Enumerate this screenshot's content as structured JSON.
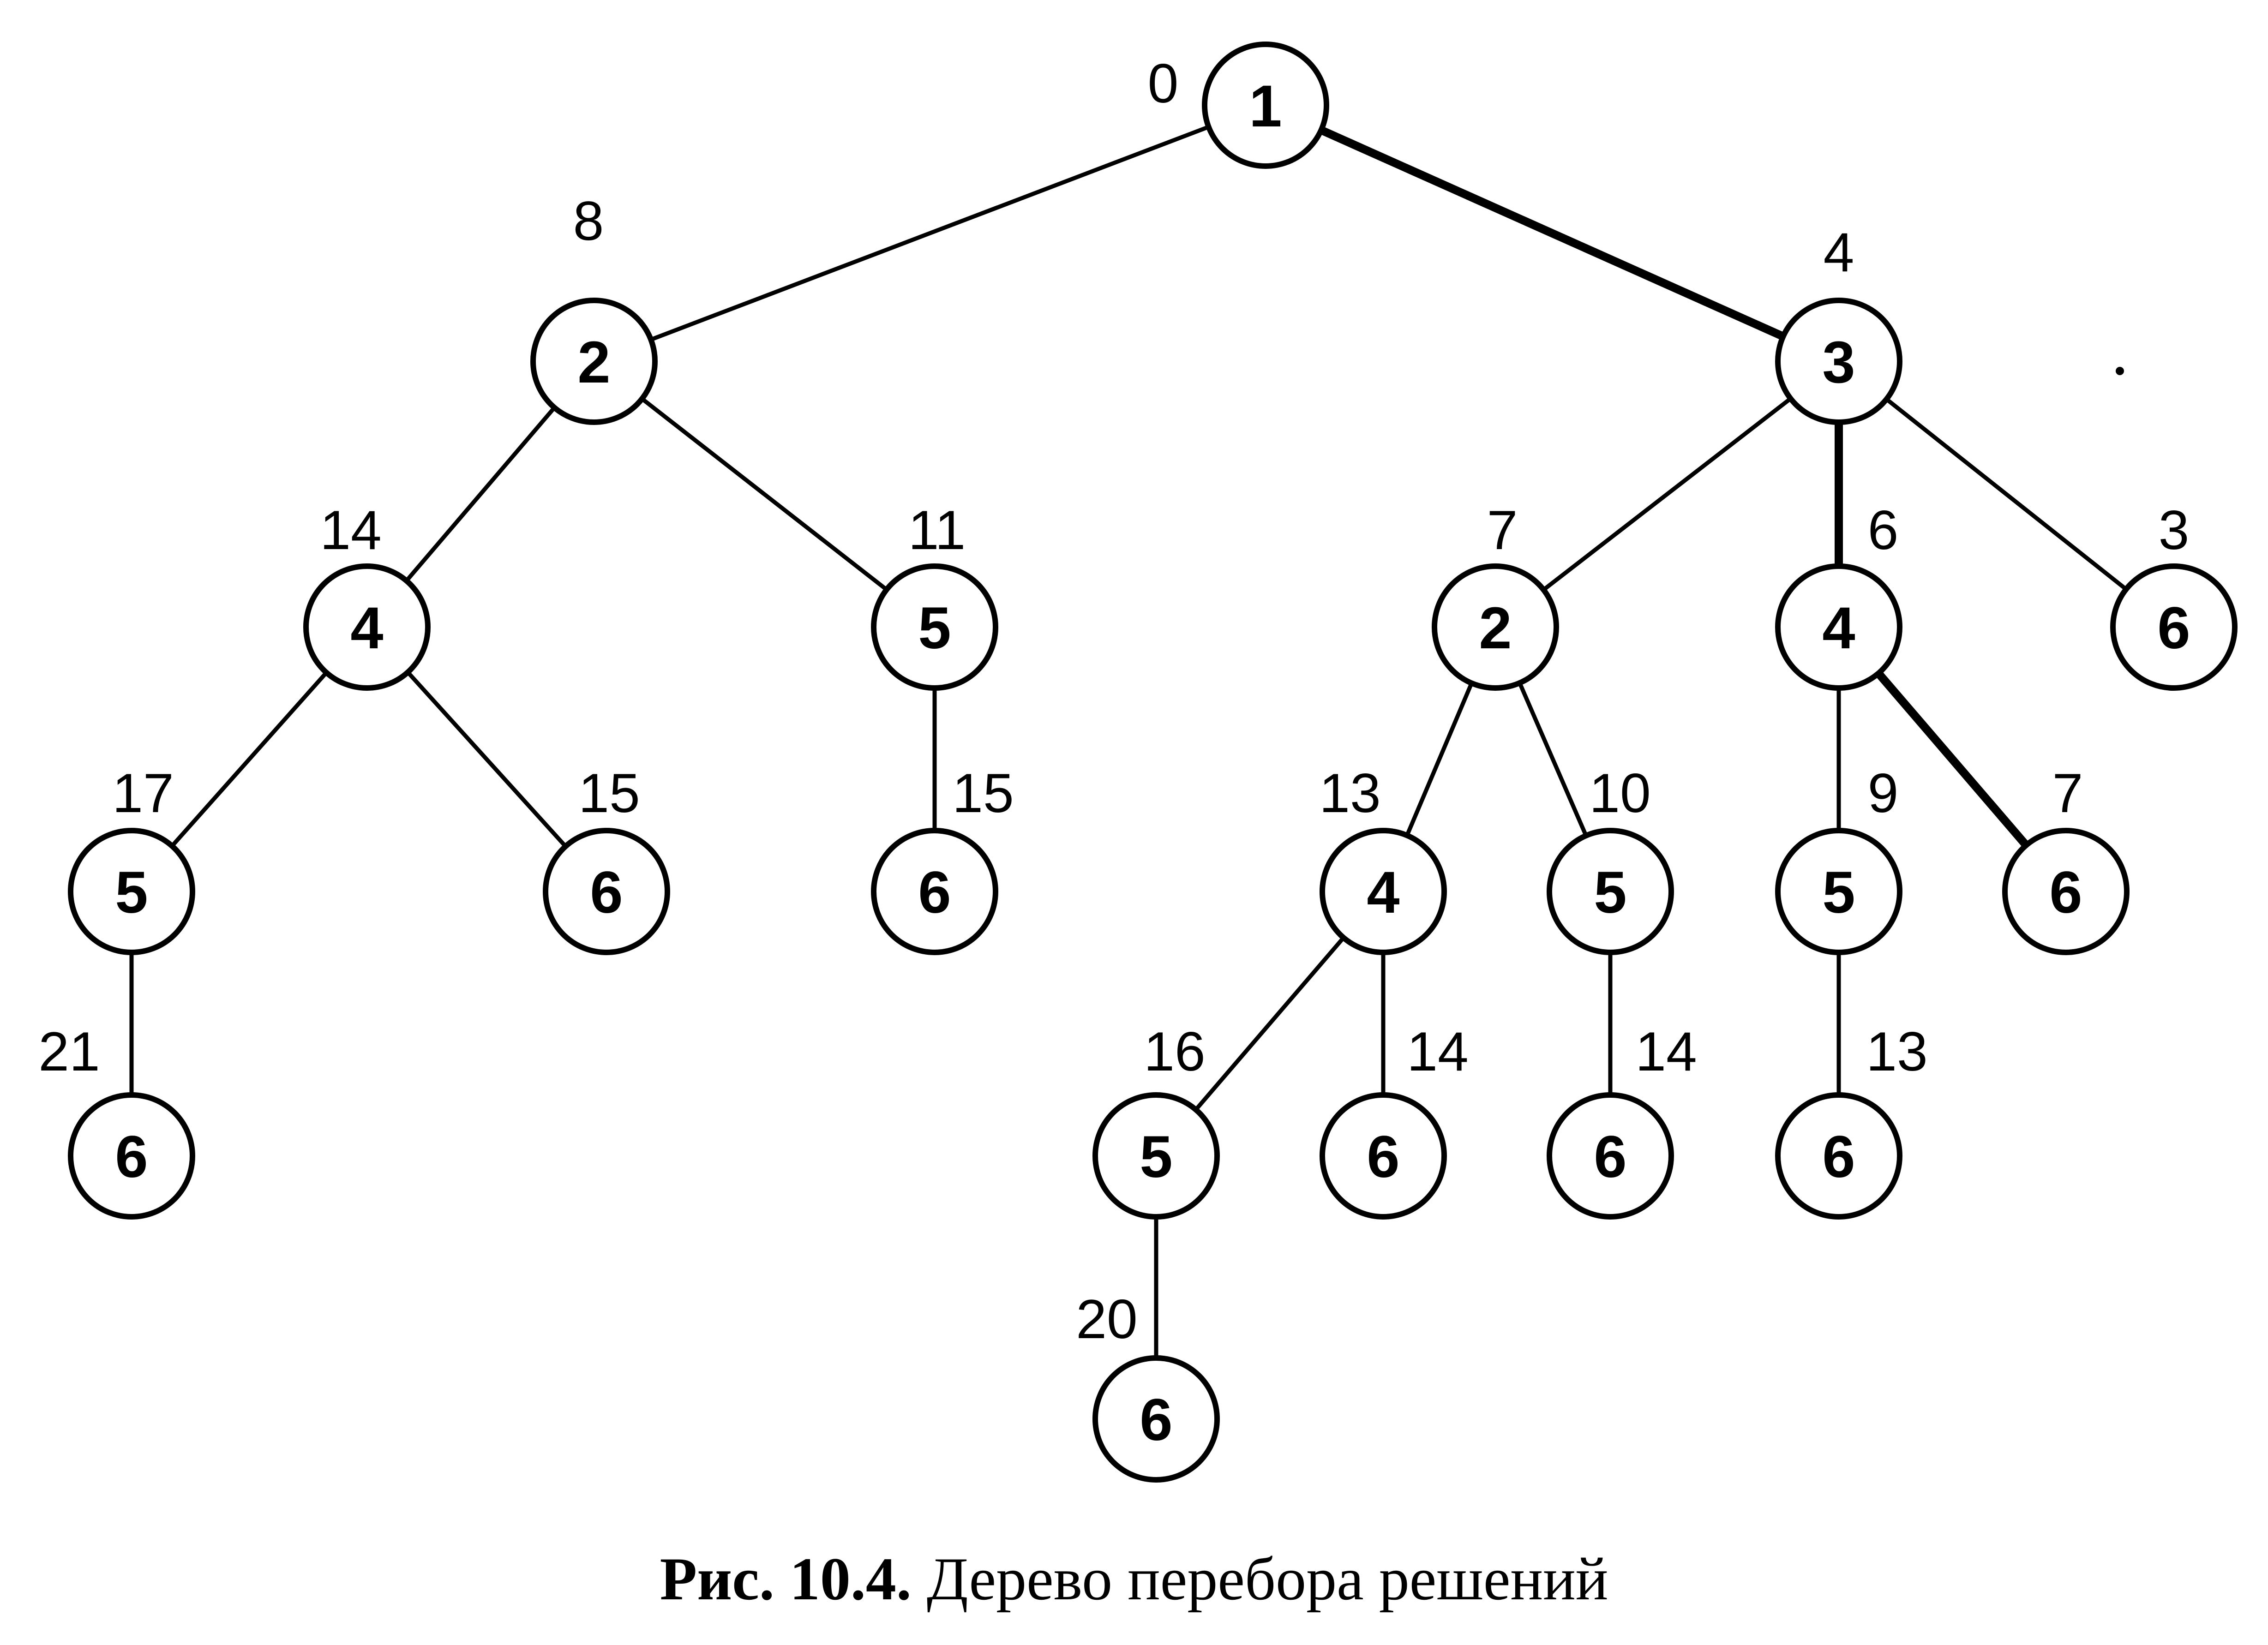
{
  "caption": {
    "prefix": "Рис. 10.4.",
    "text": "Дерево перебора решений"
  },
  "colors": {
    "ink": "#000000",
    "background": "#ffffff"
  },
  "tree": {
    "nodes": [
      {
        "id": "n0",
        "label": "1",
        "cost": "0"
      },
      {
        "id": "n1",
        "label": "2",
        "cost": "8"
      },
      {
        "id": "n2",
        "label": "3",
        "cost": "4"
      },
      {
        "id": "n3",
        "label": "4",
        "cost": "14"
      },
      {
        "id": "n4",
        "label": "5",
        "cost": "11"
      },
      {
        "id": "n5",
        "label": "2",
        "cost": "7"
      },
      {
        "id": "n6",
        "label": "4",
        "cost": "6"
      },
      {
        "id": "n7",
        "label": "6",
        "cost": "3"
      },
      {
        "id": "n8",
        "label": "5",
        "cost": "17"
      },
      {
        "id": "n9",
        "label": "6",
        "cost": "15"
      },
      {
        "id": "n10",
        "label": "6",
        "cost": "15"
      },
      {
        "id": "n11",
        "label": "4",
        "cost": "13"
      },
      {
        "id": "n12",
        "label": "5",
        "cost": "10"
      },
      {
        "id": "n13",
        "label": "5",
        "cost": "9"
      },
      {
        "id": "n14",
        "label": "6",
        "cost": "7"
      },
      {
        "id": "n15",
        "label": "6",
        "cost": "21"
      },
      {
        "id": "n16",
        "label": "5",
        "cost": "16"
      },
      {
        "id": "n17",
        "label": "6",
        "cost": "14"
      },
      {
        "id": "n18",
        "label": "6",
        "cost": "14"
      },
      {
        "id": "n19",
        "label": "6",
        "cost": "13"
      },
      {
        "id": "n20",
        "label": "6",
        "cost": "20"
      }
    ],
    "edges": [
      {
        "from": "n0",
        "to": "n1",
        "optimal": false
      },
      {
        "from": "n0",
        "to": "n2",
        "optimal": true
      },
      {
        "from": "n1",
        "to": "n3",
        "optimal": false
      },
      {
        "from": "n1",
        "to": "n4",
        "optimal": false
      },
      {
        "from": "n2",
        "to": "n5",
        "optimal": false
      },
      {
        "from": "n2",
        "to": "n6",
        "optimal": true
      },
      {
        "from": "n2",
        "to": "n7",
        "optimal": false
      },
      {
        "from": "n3",
        "to": "n8",
        "optimal": false
      },
      {
        "from": "n3",
        "to": "n9",
        "optimal": false
      },
      {
        "from": "n4",
        "to": "n10",
        "optimal": false
      },
      {
        "from": "n5",
        "to": "n11",
        "optimal": false
      },
      {
        "from": "n5",
        "to": "n12",
        "optimal": false
      },
      {
        "from": "n6",
        "to": "n13",
        "optimal": false
      },
      {
        "from": "n6",
        "to": "n14",
        "optimal": true
      },
      {
        "from": "n8",
        "to": "n15",
        "optimal": false
      },
      {
        "from": "n11",
        "to": "n16",
        "optimal": false
      },
      {
        "from": "n11",
        "to": "n17",
        "optimal": false
      },
      {
        "from": "n12",
        "to": "n18",
        "optimal": false
      },
      {
        "from": "n13",
        "to": "n19",
        "optimal": false
      },
      {
        "from": "n16",
        "to": "n20",
        "optimal": false
      }
    ]
  }
}
